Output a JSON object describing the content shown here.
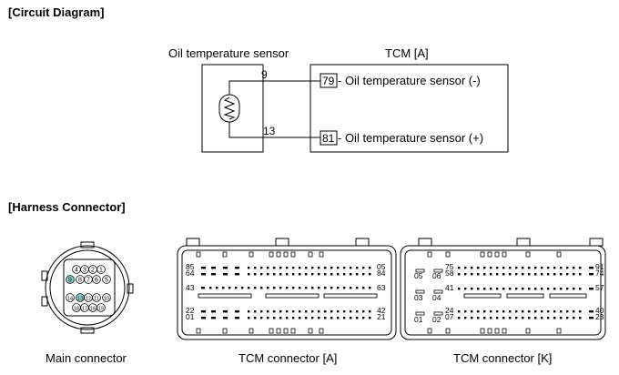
{
  "sections": {
    "circuit": "[Circuit Diagram]",
    "harness": "[Harness Connector]"
  },
  "circuit": {
    "sensor_label": "Oil temperature sensor",
    "tcm_label": "TCM [A]",
    "wire_top": "9",
    "wire_bottom": "13",
    "pin_top": "79",
    "pin_top_text": " - Oil temperature sensor (-)",
    "pin_bottom": "81",
    "pin_bottom_text": " - Oil temperature sensor (+)"
  },
  "main_connector": {
    "caption": "Main connector",
    "pins_row1": [
      "4",
      "3",
      "2",
      "1"
    ],
    "pins_row2": [
      "9",
      "8",
      "7",
      "6",
      "5"
    ],
    "pins_row3": [
      "14",
      "13",
      "12",
      "11",
      "10"
    ],
    "pins_row4": [
      "18",
      "17",
      "16",
      "15"
    ],
    "highlight_color": "#8fd6cf"
  },
  "tcm_a": {
    "caption": "TCM connector [A]",
    "labels_left": [
      "85",
      "64",
      "43",
      "22",
      "01"
    ],
    "labels_right": [
      "05",
      "84",
      "63",
      "42",
      "21"
    ]
  },
  "tcm_k": {
    "caption": "TCM connector [K]",
    "small_labels": [
      "05",
      "06",
      "03",
      "04",
      "01",
      "02"
    ],
    "labels_mid_top": [
      "75",
      "58",
      "41"
    ],
    "labels_mid_bottom": [
      "24",
      "07"
    ],
    "labels_right": [
      "91",
      "74",
      "57",
      "40",
      "23"
    ]
  }
}
